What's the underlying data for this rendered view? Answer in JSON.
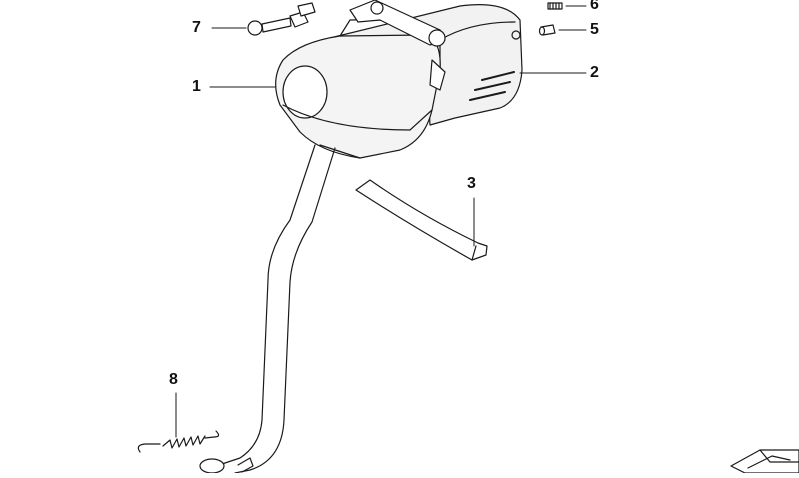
{
  "diagram": {
    "type": "exploded-parts-diagram",
    "line_color": "#1a1a1a",
    "shade_color": "#e8e8e8",
    "callouts": [
      {
        "id": "c1",
        "label": "1"
      },
      {
        "id": "c2",
        "label": "2"
      },
      {
        "id": "c3",
        "label": "3"
      },
      {
        "id": "c5",
        "label": "5"
      },
      {
        "id": "c6",
        "label": "6"
      },
      {
        "id": "c7",
        "label": "7"
      },
      {
        "id": "c8",
        "label": "8"
      }
    ],
    "corner_icon": "folded-sheet-arrow-icon"
  }
}
